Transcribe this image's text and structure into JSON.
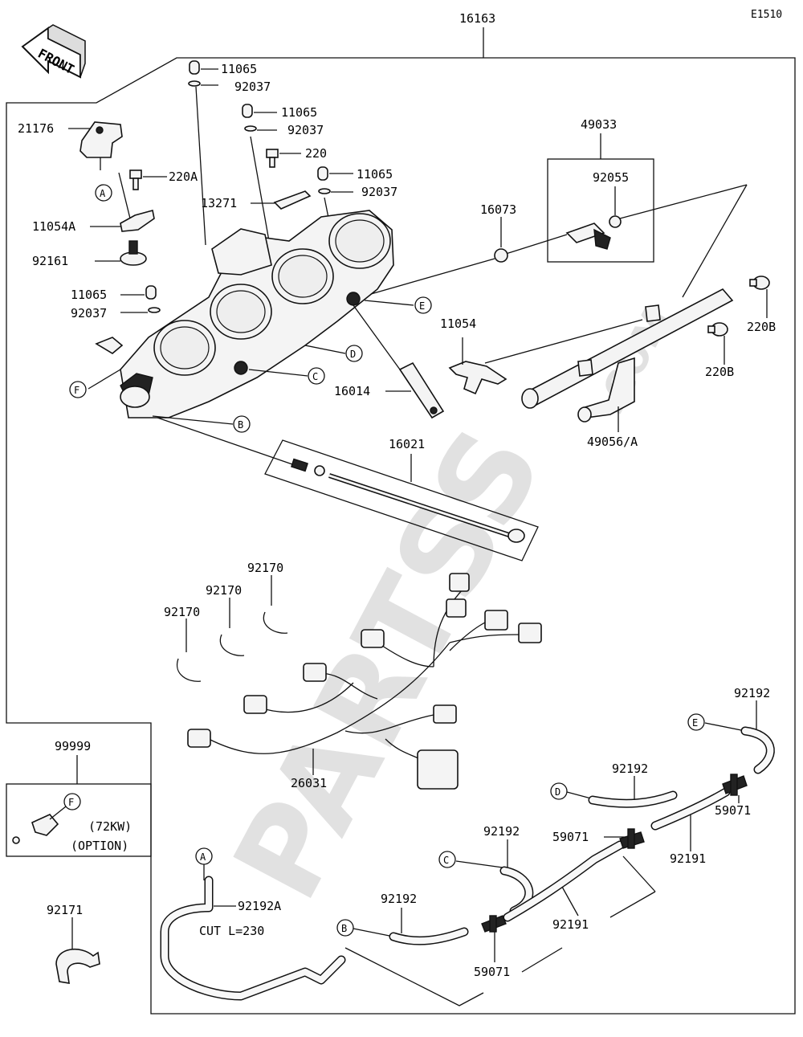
{
  "diagram": {
    "code": "E1510",
    "front_label": "FRONT",
    "watermark": "PARTSS",
    "watermark_suffix": ".COM",
    "option_note_1": "(72KW)",
    "option_note_2": "(OPTION)",
    "cut_note": "CUT L=230",
    "parts": {
      "p16163": "16163",
      "p21176": "21176",
      "p220A": "220A",
      "p11054A": "11054A",
      "p92161": "92161",
      "p11065_a": "11065",
      "p92037_a": "92037",
      "p11065_b": "11065",
      "p92037_b": "92037",
      "p220": "220",
      "p11065_c": "11065",
      "p92037_c": "92037",
      "p13271": "13271",
      "p11065_d": "11065",
      "p92037_d": "92037",
      "p49033": "49033",
      "p92055": "92055",
      "p16073": "16073",
      "p220B_a": "220B",
      "p220B_b": "220B",
      "p11054": "11054",
      "p16014": "16014",
      "p49056A": "49056/A",
      "p16021": "16021",
      "p92170_a": "92170",
      "p92170_b": "92170",
      "p92170_c": "92170",
      "p26031": "26031",
      "p99999": "99999",
      "p92171": "92171",
      "p92192_e": "92192",
      "p92192_d": "92192",
      "p92192_c": "92192",
      "p92192_b": "92192",
      "p92192A": "92192A",
      "p59071_a": "59071",
      "p59071_b": "59071",
      "p59071_c": "59071",
      "p92191_a": "92191",
      "p92191_b": "92191"
    },
    "callouts": {
      "A": "A",
      "B": "B",
      "C": "C",
      "D": "D",
      "E": "E",
      "F": "F"
    }
  }
}
